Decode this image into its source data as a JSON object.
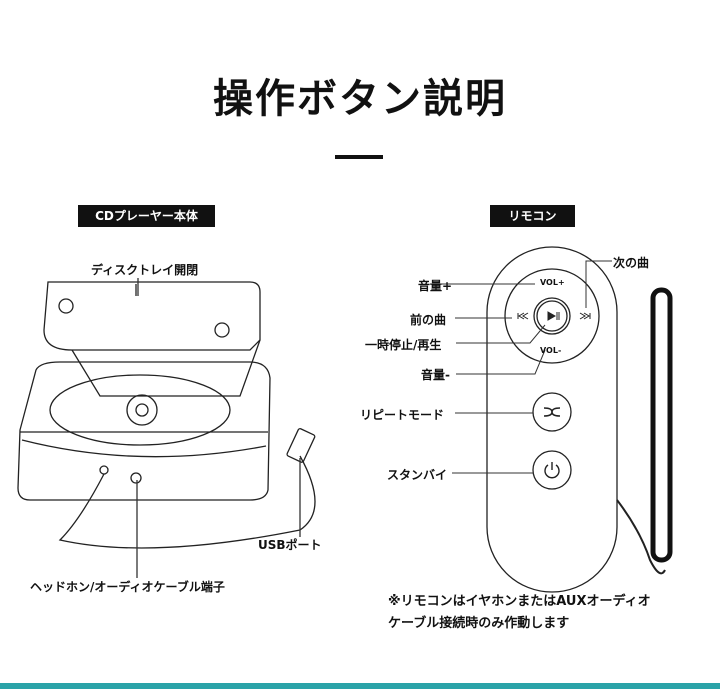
{
  "title": "操作ボタン説明",
  "sections": {
    "player": "CDプレーヤー本体",
    "remote": "リモコン"
  },
  "player_labels": {
    "tray": "ディスクトレイ開閉",
    "usb": "USBポート",
    "headphone": "ヘッドホン/オーディオケーブル端子"
  },
  "remote_labels": {
    "next": "次の曲",
    "vol_up": "音量+",
    "prev": "前の曲",
    "play_pause": "一時停止/再生",
    "vol_down": "音量-",
    "repeat": "リピートモード",
    "standby": "スタンバイ"
  },
  "remote_buttons": {
    "vol_up": "VOL+",
    "vol_down": "VOL-"
  },
  "note": {
    "line1": "※リモコンはイヤホンまたはAUXオーディオ",
    "line2": "ケーブル接続時のみ作動します"
  },
  "colors": {
    "accent": "#2aa3a8",
    "tag_bg": "#111111"
  }
}
